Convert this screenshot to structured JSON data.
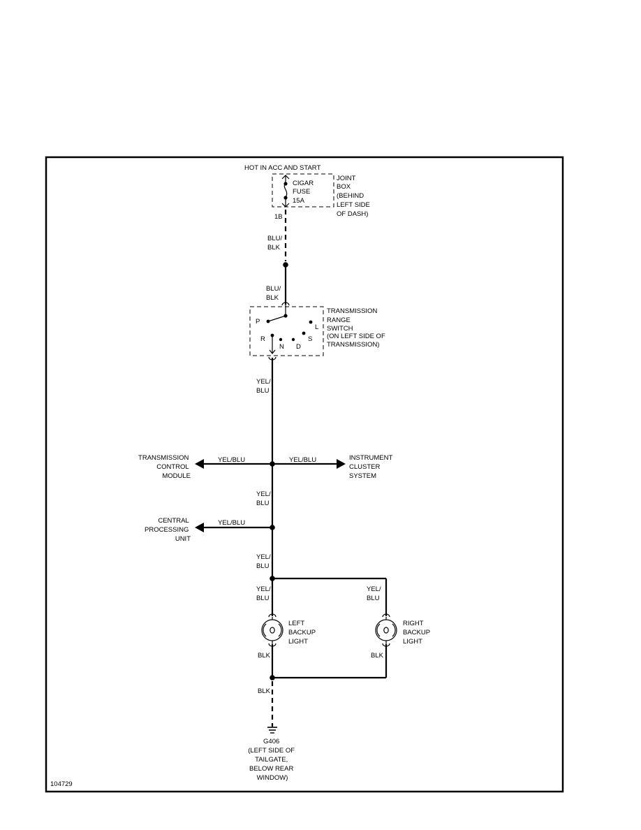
{
  "source_label": [
    "HOT IN ACC AND START"
  ],
  "fuse": {
    "name": [
      "CIGAR",
      "FUSE",
      "15A"
    ],
    "terminal": "1B"
  },
  "joint_box": [
    "JOINT",
    "BOX",
    "(BEHIND",
    "LEFT SIDE",
    "OF DASH)"
  ],
  "wires": {
    "blu_blk_1": [
      "BLU/",
      "BLK"
    ],
    "blu_blk_2": [
      "BLU/",
      "BLK"
    ],
    "yel_blu_trs": [
      "YEL/",
      "BLU"
    ],
    "yel_blu_mid1": [
      "YEL/",
      "BLU"
    ],
    "yel_blu_mid2": [
      "YEL/",
      "BLU"
    ],
    "yel_blu_left_lamp": [
      "YEL/",
      "BLU"
    ],
    "yel_blu_right_lamp": [
      "YEL/",
      "BLU"
    ],
    "tcm_branch": "YEL/BLU",
    "cluster_branch": "YEL/BLU",
    "cpu_branch": "YEL/BLU",
    "left_lamp_ground": "BLK",
    "right_lamp_ground": "BLK",
    "ground_lead": "BLK"
  },
  "trs": {
    "label": [
      "TRANSMISSION",
      "RANGE",
      "SWITCH",
      "(ON LEFT SIDE OF",
      "TRANSMISSION)"
    ],
    "positions": {
      "p": "P",
      "r": "R",
      "n": "N",
      "d": "D",
      "s": "S",
      "l": "L"
    }
  },
  "destinations": {
    "tcm": [
      "TRANSMISSION",
      "CONTROL",
      "MODULE"
    ],
    "cluster": [
      "INSTRUMENT",
      "CLUSTER",
      "SYSTEM"
    ],
    "cpu": [
      "CENTRAL",
      "PROCESSING",
      "UNIT"
    ]
  },
  "lamps": {
    "left": [
      "LEFT",
      "BACKUP",
      "LIGHT"
    ],
    "right": [
      "RIGHT",
      "BACKUP",
      "LIGHT"
    ]
  },
  "ground": {
    "name": "G406",
    "location": [
      "(LEFT SIDE OF",
      "TAILGATE,",
      "BELOW REAR",
      "WINDOW)"
    ]
  },
  "figure_number": "104729"
}
